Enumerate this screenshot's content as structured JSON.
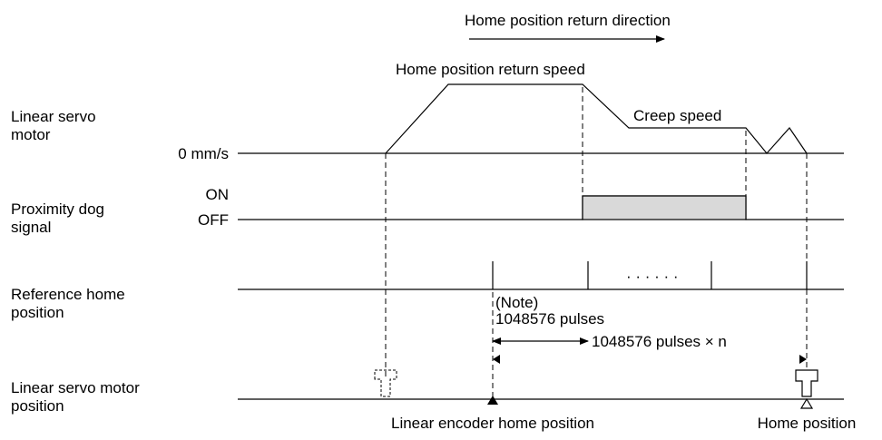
{
  "direction_label": "Home position return direction",
  "rows": {
    "motor_label_line1": "Linear servo",
    "motor_label_line2": "motor",
    "zero_speed": "0 mm/s",
    "dog_label_line1": "Proximity dog",
    "dog_label_line2": "signal",
    "dog_on": "ON",
    "dog_off": "OFF",
    "ref_label_line1": "Reference home",
    "ref_label_line2": "position",
    "pos_label_line1": "Linear servo motor",
    "pos_label_line2": "position"
  },
  "annotations": {
    "return_speed": "Home position return speed",
    "creep_speed": "Creep speed",
    "note": "(Note)",
    "pulses": "1048576 pulses",
    "pulses_n": "1048576 pulses × n",
    "ellipsis": "· · · · · ·",
    "encoder_home": "Linear encoder home position",
    "home_position": "Home position"
  },
  "colors": {
    "line": "#000000",
    "dog_fill": "#d9d9d9"
  }
}
